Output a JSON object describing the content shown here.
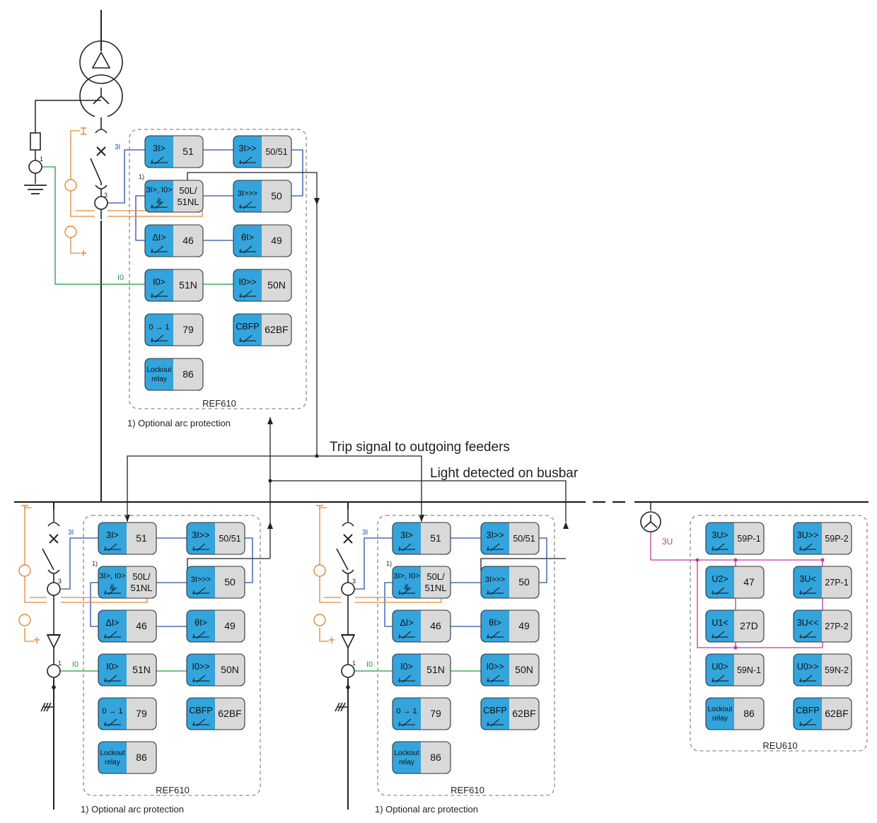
{
  "colors": {
    "line": "#222222",
    "blue_wire": "#2b4fa6",
    "green_wire": "#1f9a3c",
    "orange_wire": "#e08a35",
    "magenta_wire": "#c0389e",
    "func_left": "#33a4dc",
    "func_right": "#d9d9d9",
    "box_dash": "#8a8a8a"
  },
  "annotations": {
    "trip_signal": "Trip signal to outgoing feeders",
    "light_detected": "Light detected on busbar",
    "current_3i": "3I",
    "voltage_3u": "3U",
    "i0_label": "I0",
    "ct_ratio_1": "1",
    "ct_ratio_3": "3",
    "footnote_mark": "1)"
  },
  "relays": [
    {
      "id": "incoming",
      "name": "REF610",
      "footnote": "1)  Optional arc protection",
      "functions": [
        {
          "sym": "3I>",
          "code": "51"
        },
        {
          "sym": "3I>>",
          "code": "50/51"
        },
        {
          "sym": "3I>, I0> & arc",
          "sym_l1": "3I>, I0>",
          "sym_l2": "&",
          "code": "50L/",
          "code2": "51NL"
        },
        {
          "sym": "3I>>>",
          "code": "50"
        },
        {
          "sym": "ΔI>",
          "code": "46"
        },
        {
          "sym": "θI>",
          "code": "49"
        },
        {
          "sym": "I0>",
          "code": "51N"
        },
        {
          "sym": "I0>>",
          "code": "50N"
        },
        {
          "sym": "0 → 1",
          "code": "79"
        },
        {
          "sym": "CBFP",
          "code": "62BF"
        },
        {
          "sym": "Lockout relay",
          "sym_l1": "Lockout",
          "sym_l2": "relay",
          "code": "86"
        }
      ]
    },
    {
      "id": "feeder1",
      "name": "REF610",
      "footnote": "1)  Optional arc protection",
      "functions": [
        {
          "sym": "3I>",
          "code": "51"
        },
        {
          "sym": "3I>>",
          "code": "50/51"
        },
        {
          "sym": "3I>, I0> & arc",
          "sym_l1": "3I>, I0>",
          "sym_l2": "&",
          "code": "50L/",
          "code2": "51NL"
        },
        {
          "sym": "3I>>>",
          "code": "50"
        },
        {
          "sym": "ΔI>",
          "code": "46"
        },
        {
          "sym": "θI>",
          "code": "49"
        },
        {
          "sym": "I0>",
          "code": "51N"
        },
        {
          "sym": "I0>>",
          "code": "50N"
        },
        {
          "sym": "0 → 1",
          "code": "79"
        },
        {
          "sym": "CBFP",
          "code": "62BF"
        },
        {
          "sym": "Lockout relay",
          "sym_l1": "Lockout",
          "sym_l2": "relay",
          "code": "86"
        }
      ]
    },
    {
      "id": "feeder2",
      "name": "REF610",
      "footnote": "1)  Optional arc protection",
      "functions": [
        {
          "sym": "3I>",
          "code": "51"
        },
        {
          "sym": "3I>>",
          "code": "50/51"
        },
        {
          "sym": "3I>, I0> & arc",
          "sym_l1": "3I>, I0>",
          "sym_l2": "&",
          "code": "50L/",
          "code2": "51NL"
        },
        {
          "sym": "3I>>>",
          "code": "50"
        },
        {
          "sym": "ΔI>",
          "code": "46"
        },
        {
          "sym": "θI>",
          "code": "49"
        },
        {
          "sym": "I0>",
          "code": "51N"
        },
        {
          "sym": "I0>>",
          "code": "50N"
        },
        {
          "sym": "0 → 1",
          "code": "79"
        },
        {
          "sym": "CBFP",
          "code": "62BF"
        },
        {
          "sym": "Lockout relay",
          "sym_l1": "Lockout",
          "sym_l2": "relay",
          "code": "86"
        }
      ]
    },
    {
      "id": "voltage",
      "name": "REU610",
      "functions": [
        {
          "sym": "3U>",
          "code": "59P-1"
        },
        {
          "sym": "3U>>",
          "code": "59P-2"
        },
        {
          "sym": "U2>",
          "code": "47"
        },
        {
          "sym": "3U<",
          "code": "27P-1"
        },
        {
          "sym": "U1<",
          "code": "27D"
        },
        {
          "sym": "3U<<",
          "code": "27P-2"
        },
        {
          "sym": "U0>",
          "code": "59N-1"
        },
        {
          "sym": "U0>>",
          "code": "59N-2"
        },
        {
          "sym": "Lockout relay",
          "sym_l1": "Lockout",
          "sym_l2": "relay",
          "code": "86"
        },
        {
          "sym": "CBFP",
          "code": "62BF"
        }
      ]
    }
  ]
}
